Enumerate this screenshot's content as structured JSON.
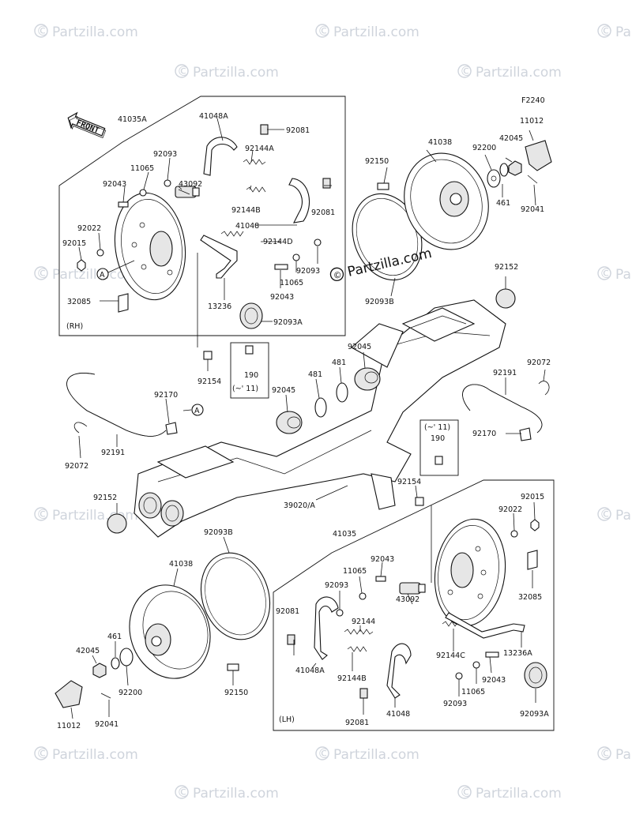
{
  "diagram": {
    "figure_code": "F2240",
    "front_label": "FRONT",
    "watermark_text": "Partzilla.com",
    "center_watermark": "Partzilla.com",
    "rh_label": "(RH)",
    "lh_label": "(LH)",
    "callout_a": "A",
    "labels": {
      "l41035A": "41035A",
      "l41048A_t": "41048A",
      "l92081_t1": "92081",
      "l92093_t": "92093",
      "l11065_t": "11065",
      "l92144A": "92144A",
      "l92043_t": "92043",
      "l43092_t": "43092",
      "l92144B_t": "92144B",
      "l92081_t2": "92081",
      "l92022_t": "92022",
      "l41048_t": "41048",
      "l92015_t": "92015",
      "l92144D": "92144D",
      "l92043_t2": "92043",
      "l11065_t2": "11065",
      "l92093_t2": "92093",
      "l32085_t": "32085",
      "l13236": "13236",
      "l92093A_t": "92093A",
      "l41038_t": "41038",
      "l92150_t": "92150",
      "l92200_t": "92200",
      "l42045_t": "42045",
      "l11012_t": "11012",
      "l461_t": "461",
      "l92041_t": "92041",
      "l92093B_t": "92093B",
      "l92152_t": "92152",
      "l92154_t": "92154",
      "l190_t": "190",
      "l11_t": "(~' 11)",
      "l92045_t": "92045",
      "l481_t": "481",
      "l481_t2": "481",
      "l92045_m": "92045",
      "l92170_l": "92170",
      "l92072_l": "92072",
      "l92191_l": "92191",
      "l92191_r": "92191",
      "l92072_r": "92072",
      "l92170_r": "92170",
      "l11_r": "(~' 11)",
      "l190_r": "190",
      "l92152_l": "92152",
      "l39020": "39020/A",
      "l92154_r": "92154",
      "l92093B_b": "92093B",
      "l41035_b": "41035",
      "l92043_b": "92043",
      "l92015_b": "92015",
      "l92022_b": "92022",
      "l41038_b": "41038",
      "l11065_b": "11065",
      "l92093_b": "92093",
      "l43092_b": "43092",
      "l32085_b": "32085",
      "l92081_b": "92081",
      "l92144_b": "92144",
      "l461_b": "461",
      "l92144C": "92144C",
      "l13236A": "13236A",
      "l42045_b": "42045",
      "l41048A_b": "41048A",
      "l92144B_b": "92144B",
      "l92043_b2": "92043",
      "l92200_b": "92200",
      "l11065_b2": "11065",
      "l92093_b2": "92093",
      "l92150_b": "92150",
      "l92093A_b": "92093A",
      "l11012_b": "11012",
      "l92041_b": "92041",
      "l92081_b2": "92081",
      "l41048_b": "41048"
    }
  }
}
